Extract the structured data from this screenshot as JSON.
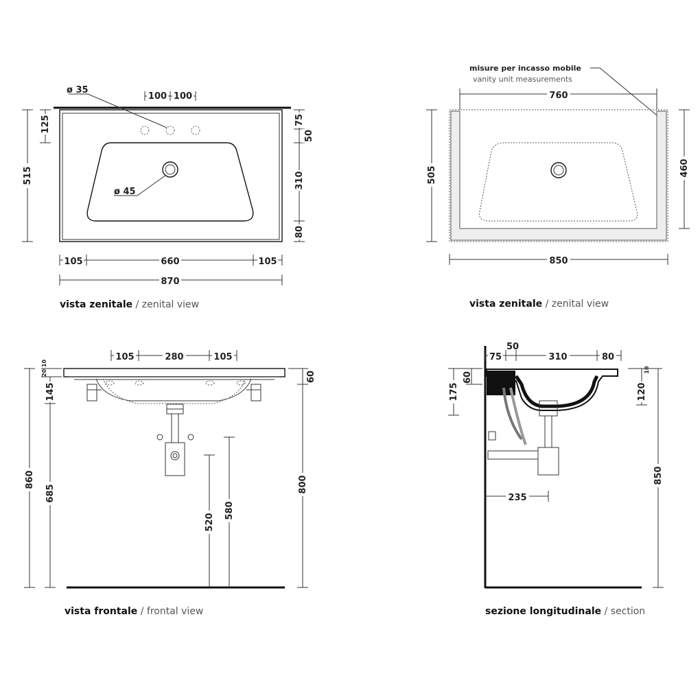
{
  "top_left": {
    "d_holes": "ø 35",
    "hole_spacing_1": "100",
    "hole_spacing_2": "100",
    "d_drain": "ø 45",
    "dim_125": "125",
    "dim_515": "515",
    "dim_75": "75",
    "dim_50": "50",
    "dim_310": "310",
    "dim_80": "80",
    "dim_105_left": "105",
    "dim_660": "660",
    "dim_105_right": "105",
    "dim_870": "870",
    "caption_bold": "vista zenitale",
    "caption_sep": " / ",
    "caption_light": "zenital view"
  },
  "top_right": {
    "note_it": "misure per incasso mobile",
    "note_en": "vanity unit measurements",
    "dim_760": "760",
    "dim_505": "505",
    "dim_460": "460",
    "dim_850": "850",
    "caption_bold": "vista zenitale",
    "caption_sep": " / ",
    "caption_light": "zenital view"
  },
  "bottom_left": {
    "dim_105_left": "105",
    "dim_280": "280",
    "dim_105_right": "105",
    "dim_20": "20",
    "dim_10": "10",
    "dim_60": "60",
    "dim_145": "145",
    "dim_860": "860",
    "dim_685": "685",
    "dim_520": "520",
    "dim_580": "580",
    "dim_800": "800",
    "caption_bold": "vista frontale",
    "caption_sep": " / ",
    "caption_light": "frontal view"
  },
  "bottom_right": {
    "dim_75": "75",
    "dim_50": "50",
    "dim_310": "310",
    "dim_80": "80",
    "dim_60": "60",
    "dim_175": "175",
    "dim_10": "10",
    "dim_120": "120",
    "dim_235": "235",
    "dim_850": "850",
    "caption_bold": "sezione longitudinale",
    "caption_sep": " / ",
    "caption_light": "section"
  }
}
